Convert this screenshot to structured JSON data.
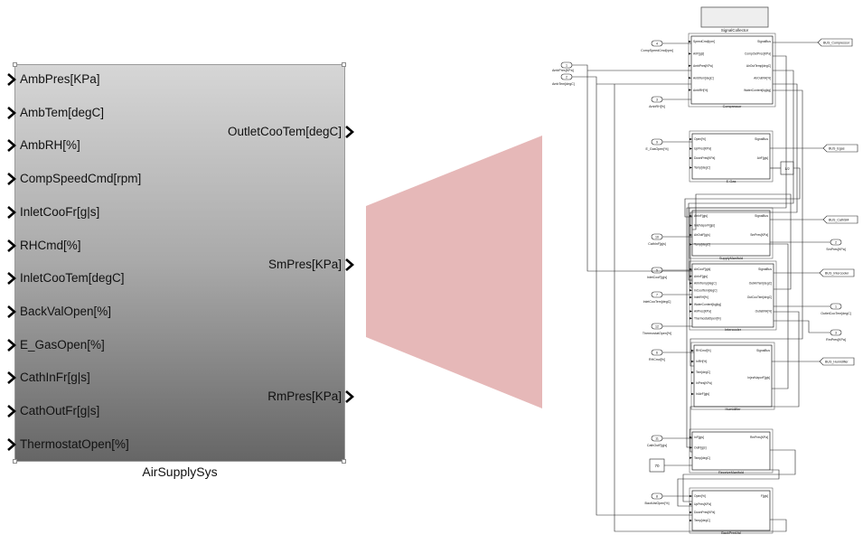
{
  "main_block": {
    "name": "AirSupplySys",
    "inputs": [
      "AmbPres[KPa]",
      "AmbTem[degC]",
      "AmbRH[%]",
      "CompSpeedCmd[rpm]",
      "InletCooFr[g|s]",
      "RHCmd[%]",
      "InletCooTem[degC]",
      "BackValOpen[%]",
      "E_GasOpen[%]",
      "CathInFr[g|s]",
      "CathOutFr[g|s]",
      "ThermostatOpen[%]"
    ],
    "outputs": [
      "OutletCooTem[degC]",
      "SmPres[KPa]",
      "RmPres[KPa]"
    ]
  },
  "colors": {
    "zoom_wedge": "#e6b8b8",
    "block_top": "#d6d6d6",
    "block_bottom": "#666666"
  },
  "subsystem": {
    "collector_label": "SignalCollector",
    "blocks": [
      {
        "name": "Compressor",
        "inputs": [
          "SpeedCmd[rpm]",
          "AirF[g|s]",
          "AmbPres[KPa]",
          "AmbTem[degC]",
          "AmbRH[%]"
        ],
        "outputs": [
          "SignalBus",
          "CompOutPres[KPa]",
          "AirOutTemp[degC]",
          "AirOutRH[%]",
          "WaterContent[kg|kg]"
        ]
      },
      {
        "name": "E-Gas",
        "inputs": [
          "Open[%]",
          "UpPres[KPa]",
          "DownPres[KPa]",
          "Temp[degC]"
        ],
        "outputs": [
          "SignalBus",
          "AirF[g|s]"
        ]
      },
      {
        "name": "SupplyManifold",
        "inputs": [
          "AirInF[g|s]",
          "InletVaporF[g|s]",
          "AirOutF[g|s]",
          "Temp[degC]"
        ],
        "outputs": [
          "SignalBus",
          "SmPres[KPa]"
        ]
      },
      {
        "name": "Intercooler",
        "inputs": [
          "AirCooF[g|s]",
          "AirInF[g|s]",
          "AirInTemp[degC]",
          "InCoolTem[degC]",
          "InletRH[%]",
          "WaterContent[kg|kg]",
          "AirPres[KPa]",
          "ThermostatOpen[%]"
        ],
        "outputs": [
          "SignalBus",
          "OutAirTem[degC]",
          "OutCooTem[degC]",
          "OutletRH[%]"
        ]
      },
      {
        "name": "Humidifier",
        "inputs": [
          "RHCmd[%]",
          "InRH[%]",
          "Tem[degC]",
          "InPres[KPa]",
          "InAirF[g|s]"
        ],
        "outputs": [
          "SignalBus",
          "InjectVaporF[g|s]"
        ]
      },
      {
        "name": "ReceiveManifold",
        "inputs": [
          "InF[g|s]",
          "OutF[g|s]",
          "Temp[degC]"
        ],
        "outputs": [
          "RmPres[KPa]"
        ]
      },
      {
        "name": "BackPresVal",
        "inputs": [
          "Open[%]",
          "UpPres[KPa]",
          "DownPres[KPa]",
          "Temp[degC]"
        ],
        "outputs": [
          "F[g|s]"
        ]
      }
    ],
    "inports": [
      {
        "num": "1",
        "label": "AmbPres[KPa]"
      },
      {
        "num": "2",
        "label": "AmbTem[degC]"
      },
      {
        "num": "4",
        "label": "CompSpeedCmd[rpm]"
      },
      {
        "num": "3",
        "label": "AmbRH[%]"
      },
      {
        "num": "9",
        "label": "E_GasOpen[%]"
      },
      {
        "num": "10",
        "label": "CathInF[g|s]"
      },
      {
        "num": "5",
        "label": "InletCooF[g|s]"
      },
      {
        "num": "7",
        "label": "InletCooTem[degC]"
      },
      {
        "num": "12",
        "label": "ThermostatOpen[%]"
      },
      {
        "num": "6",
        "label": "RHCmd[%]"
      },
      {
        "num": "11",
        "label": "CathOutF[g|s]"
      },
      {
        "num": "8",
        "label": "BackValOpen[%]"
      }
    ],
    "outports": [
      {
        "num": "1",
        "label": "OutletCooTem[degC]"
      },
      {
        "num": "2",
        "label": "SmPres[KPa]"
      },
      {
        "num": "3",
        "label": "RmPres[KPa]"
      }
    ],
    "bus_tags": [
      "BUS_Compressor",
      "BUS_Egas",
      "BUS_CathSM",
      "BUS_Intercooler",
      "BUS_Humidifier"
    ],
    "gain_label": "1/2",
    "constant_value": "70"
  }
}
